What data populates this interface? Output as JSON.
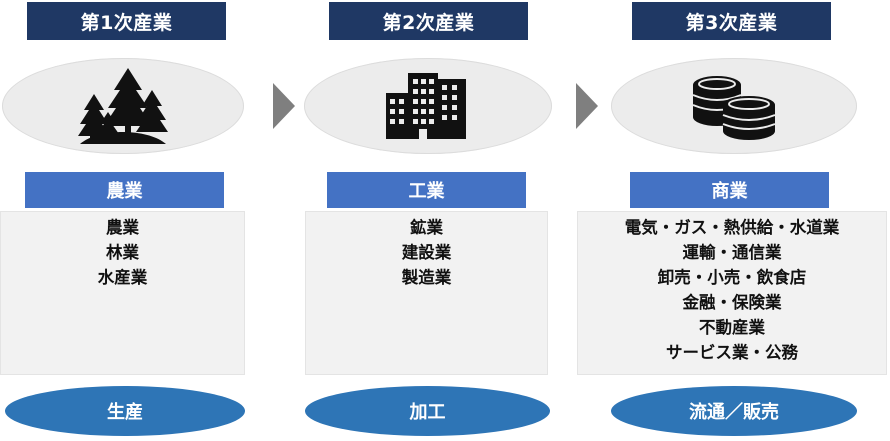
{
  "columns": [
    {
      "title": "第1次産業",
      "icon": "forest-icon",
      "category": "農業",
      "items": [
        "農業",
        "林業",
        "水産業"
      ],
      "footer": "生産"
    },
    {
      "title": "第2次産業",
      "icon": "buildings-icon",
      "category": "工業",
      "items": [
        "鉱業",
        "建設業",
        "製造業"
      ],
      "footer": "加工"
    },
    {
      "title": "第3次産業",
      "icon": "coins-icon",
      "category": "商業",
      "items": [
        "電気・ガス・熱供給・水道業",
        "運輸・通信業",
        "卸売・小売・飲食店",
        "金融・保険業",
        "不動産業",
        "サービス業・公務"
      ],
      "footer": "流通／販売"
    }
  ],
  "colors": {
    "header_bg": "#1f3864",
    "category_bg": "#4472c4",
    "box_bg": "#f2f2f2",
    "footer_bg": "#2e75b6",
    "arrow": "#7f7f7f",
    "icon_ellipse": "#ececec"
  }
}
